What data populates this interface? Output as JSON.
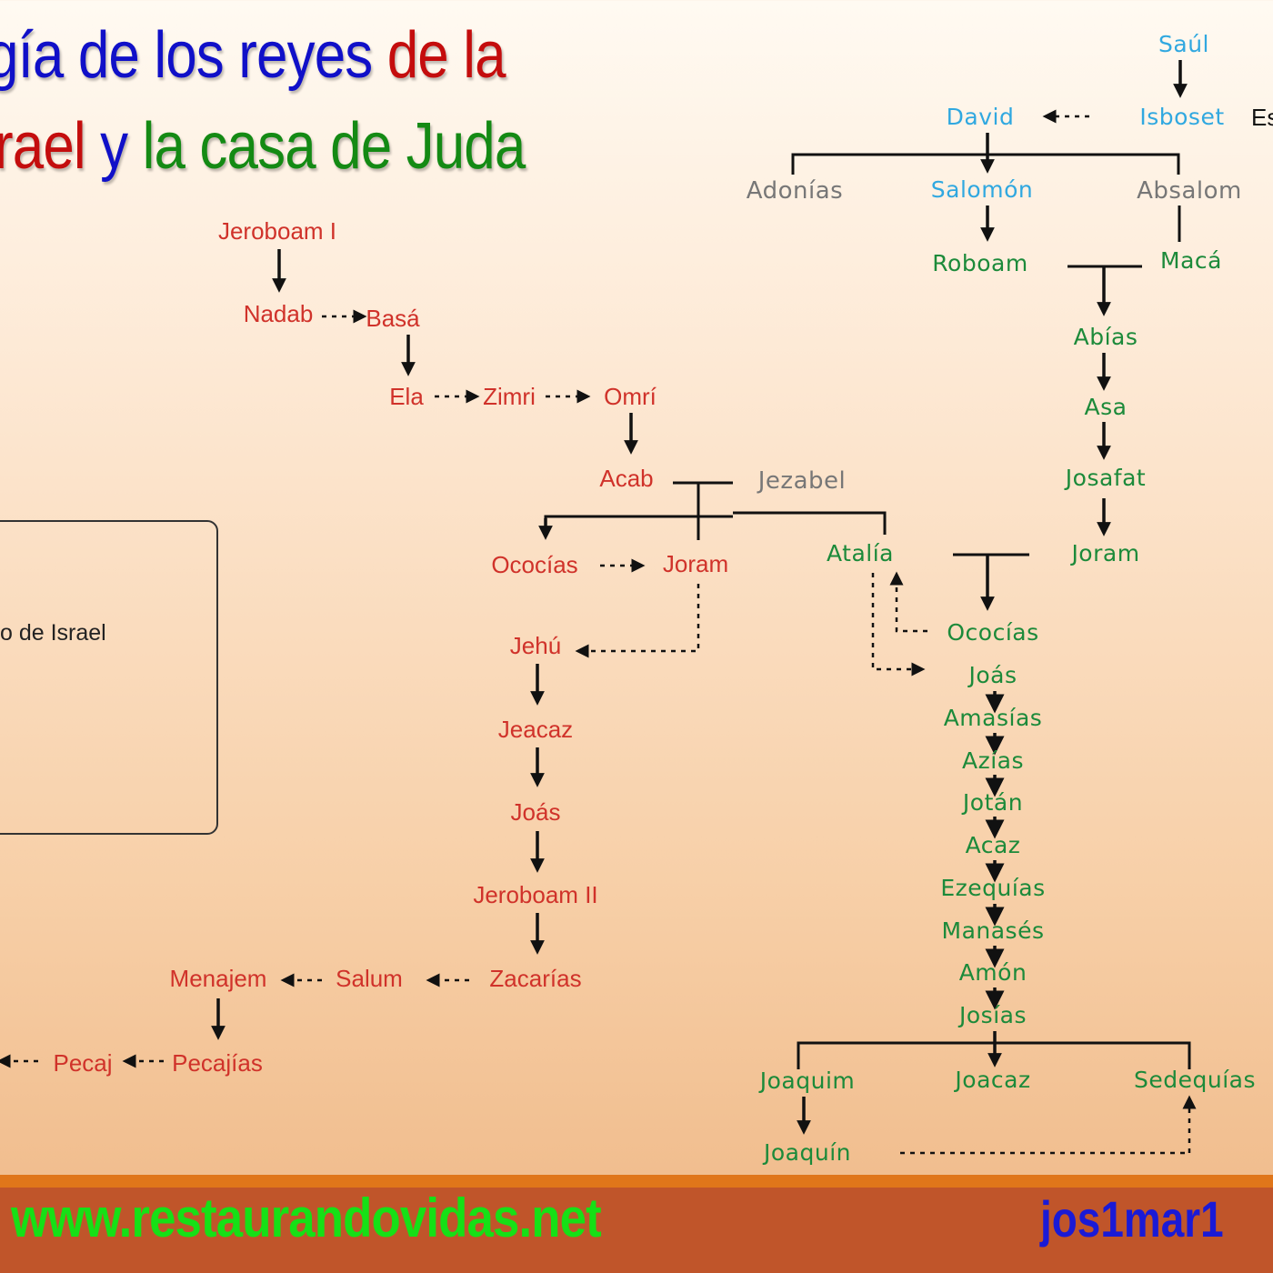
{
  "title": {
    "line1_part1": "gía de los reyes ",
    "line1_part2": "de la",
    "line2_part1": "rael ",
    "line2_part2": "y ",
    "line2_part3": "la casa de Juda"
  },
  "legend": {
    "label": "o de Israel"
  },
  "edge_label": "Es",
  "kings": {
    "saul": "Saúl",
    "david": "David",
    "isboset": "Isboset",
    "adonias": "Adonías",
    "salomon": "Salomón",
    "absalom": "Absalom",
    "roboam": "Roboam",
    "maca": "Macá",
    "abias": "Abías",
    "asa": "Asa",
    "josafat": "Josafat",
    "joram_j": "Joram",
    "atalia": "Atalía",
    "ococias_j": "Ococías",
    "joas_j": "Joás",
    "amasias": "Amasías",
    "azias": "Azías",
    "jotan": "Jotán",
    "acaz": "Acaz",
    "ezequias": "Ezequías",
    "manases": "Manasés",
    "amon": "Amón",
    "josias": "Josías",
    "joaquim": "Joaquim",
    "joacaz": "Joacaz",
    "sedequias": "Sedequías",
    "joaquin": "Joaquín",
    "jeroboam1": "Jeroboam I",
    "nadab": "Nadab",
    "basa": "Basá",
    "ela": "Ela",
    "zimri": "Zimri",
    "omri": "Omrí",
    "acab": "Acab",
    "jezabel": "Jezabel",
    "ococias_i": "Ococías",
    "joram_i": "Joram",
    "jehu": "Jehú",
    "jeacaz": "Jeacaz",
    "joas_i": "Joás",
    "jeroboam2": "Jeroboam II",
    "zacarias": "Zacarías",
    "salum": "Salum",
    "menajem": "Menajem",
    "pecajias": "Pecajías",
    "pecaj": "Pecaj"
  },
  "colors": {
    "israel": "#d0322a",
    "juda": "#1c8a3a",
    "united": "#30a8e0",
    "other": "#777777"
  },
  "footer": {
    "website": "www.restaurandovidas.net",
    "brand": "jos1mar1"
  }
}
